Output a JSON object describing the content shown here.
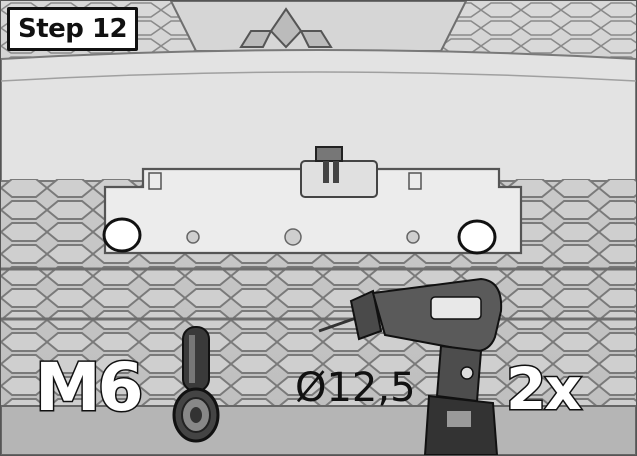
{
  "step": {
    "label": "Step 12"
  },
  "fastener": {
    "size": "M6"
  },
  "drill": {
    "bit_diameter": "Ø12,5"
  },
  "quantity": {
    "label": "2x"
  },
  "icons": [
    "bolt-icon",
    "drill-icon",
    "license-plate-bracket"
  ]
}
